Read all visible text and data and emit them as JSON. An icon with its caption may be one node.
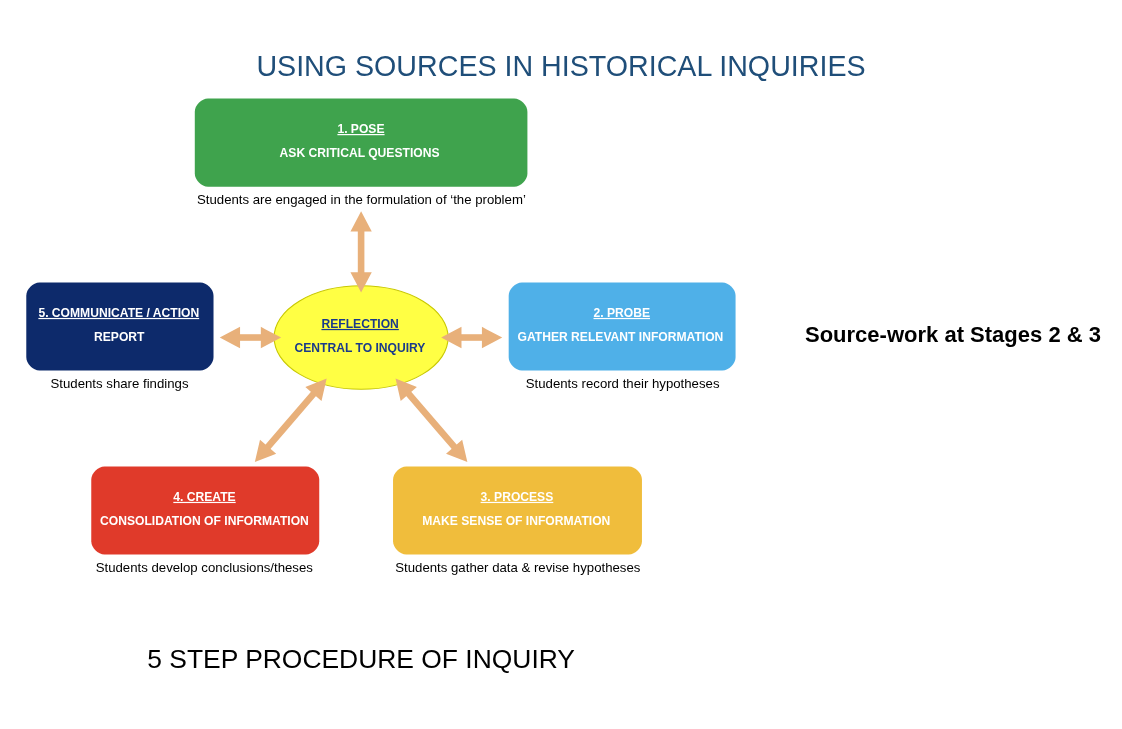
{
  "diagram": {
    "title": "USING SOURCES IN HISTORICAL INQUIRIES",
    "caption": "5 STEP PROCEDURE OF INQUIRY",
    "nodes": [
      {
        "text": [
          "1. POSE",
          "ASK CRITICAL QUESTIONS"
        ],
        "beside": [
          "Students are engaged in the formulation of ‘the problem’"
        ]
      },
      {
        "text": [
          "5. COMMUNICATE / ACTION",
          "REPORT"
        ],
        "beside": [
          "Students share findings"
        ]
      },
      {
        "text": [
          "2. PROBE",
          "GATHER RELEVANT INFORMATION"
        ],
        "beside": [
          "Students record their hypotheses"
        ]
      },
      {
        "text": [
          "REFLECTION",
          "CENTRAL TO INQUIRY"
        ]
      },
      {
        "text": [
          "4. CREATE",
          "CONSOLIDATION OF INFORMATION"
        ],
        "beside": [
          "Students develop conclusions/theses"
        ]
      },
      {
        "text": [
          "3. PROCESS",
          "MAKE SENSE OF INFORMATION"
        ],
        "beside": [
          "Students gather data & revise hypotheses"
        ]
      }
    ],
    "edges": [
      {
        "from": 0,
        "to": 3,
        "arrow": "both"
      },
      {
        "from": 1,
        "to": 3,
        "arrow": "both"
      },
      {
        "from": 3,
        "to": 2,
        "arrow": "both"
      },
      {
        "from": 3,
        "to": 4,
        "arrow": "both"
      },
      {
        "from": 3,
        "to": 5,
        "arrow": "both"
      }
    ],
    "labels": [
      "Source-work at Stages 2 & 3"
    ]
  }
}
